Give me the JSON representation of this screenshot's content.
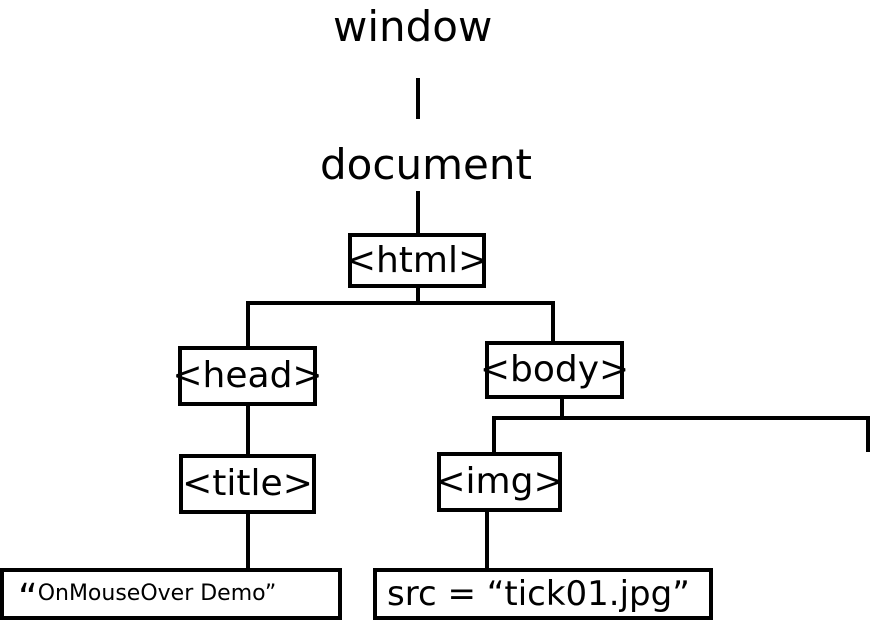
{
  "diagram": {
    "window": "window",
    "document": "document",
    "html": "<html>",
    "head": "<head>",
    "title": "<title>",
    "title_text_open_quote": "“",
    "title_text": "OnMouseOver Demo”",
    "body": "<body>",
    "img": "<img>",
    "img_src": "src = “tick01.jpg”"
  }
}
